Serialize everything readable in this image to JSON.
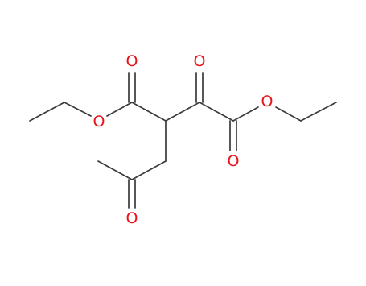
{
  "molecule": {
    "colors": {
      "bond": "#3a3a3a",
      "oxygen": "#e8131b",
      "background": "#ffffff"
    },
    "atom_labels": {
      "o_ketone_top": "O",
      "o_ester_left_carbonyl": "O",
      "o_ester_left_ether": "O",
      "o_ester_right_ether": "O",
      "o_ester_right_carbonyl": "O",
      "o_ketone_bottom": "O"
    }
  }
}
